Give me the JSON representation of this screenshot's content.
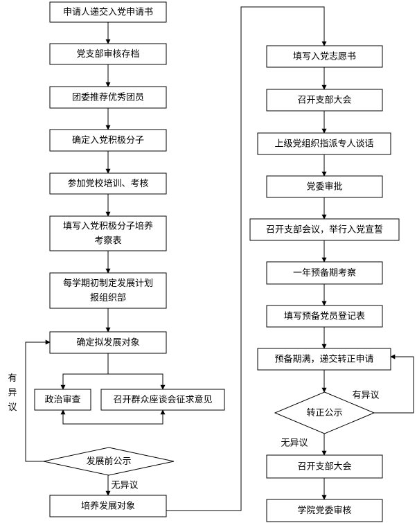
{
  "nodes": [
    {
      "id": "n1",
      "shape": "rect",
      "lines": [
        "申请人递交入党申请书"
      ]
    },
    {
      "id": "n2",
      "shape": "rect",
      "lines": [
        "党支部审核存档"
      ]
    },
    {
      "id": "n3",
      "shape": "rect",
      "lines": [
        "团委推荐优秀团员"
      ]
    },
    {
      "id": "n4",
      "shape": "rect",
      "lines": [
        "确定入党积极分子"
      ]
    },
    {
      "id": "n5",
      "shape": "rect",
      "lines": [
        "参加党校培训、考核"
      ]
    },
    {
      "id": "n6",
      "shape": "rect",
      "lines": [
        "填写入党积极分子培养",
        "考察表"
      ]
    },
    {
      "id": "n7",
      "shape": "rect",
      "lines": [
        "每学期初制定发展计划",
        "报组织部"
      ]
    },
    {
      "id": "n8",
      "shape": "rect",
      "lines": [
        "确定拟发展对象"
      ]
    },
    {
      "id": "n9",
      "shape": "rect",
      "lines": [
        "政治审查"
      ]
    },
    {
      "id": "n10",
      "shape": "rect",
      "lines": [
        "召开群众座谈会征求意见"
      ]
    },
    {
      "id": "n11",
      "shape": "diamond",
      "lines": [
        "发展前公示"
      ]
    },
    {
      "id": "n12",
      "shape": "rect",
      "lines": [
        "培养发展对象"
      ]
    },
    {
      "id": "r1",
      "shape": "rect",
      "lines": [
        "填写入党志愿书"
      ]
    },
    {
      "id": "r2",
      "shape": "rect",
      "lines": [
        "召开支部大会"
      ]
    },
    {
      "id": "r3",
      "shape": "rect",
      "lines": [
        "上级党组织指派专人谈话"
      ]
    },
    {
      "id": "r4",
      "shape": "rect",
      "lines": [
        "党委审批"
      ]
    },
    {
      "id": "r5",
      "shape": "rect",
      "lines": [
        "召开支部会议，举行入党宣誓"
      ]
    },
    {
      "id": "r6",
      "shape": "rect",
      "lines": [
        "一年预备期考察"
      ]
    },
    {
      "id": "r7",
      "shape": "rect",
      "lines": [
        "填写预备党员登记表"
      ]
    },
    {
      "id": "r8",
      "shape": "rect",
      "lines": [
        "预备期满，递交转正申请"
      ]
    },
    {
      "id": "r9",
      "shape": "diamond",
      "lines": [
        "转正公示"
      ]
    },
    {
      "id": "r10",
      "shape": "rect",
      "lines": [
        "召开支部大会"
      ]
    },
    {
      "id": "r11",
      "shape": "rect",
      "lines": [
        "学院党委审核"
      ]
    }
  ],
  "edges": [
    {
      "from": "n1",
      "to": "n2",
      "label": ""
    },
    {
      "from": "n2",
      "to": "n3",
      "label": ""
    },
    {
      "from": "n3",
      "to": "n4",
      "label": ""
    },
    {
      "from": "n4",
      "to": "n5",
      "label": ""
    },
    {
      "from": "n5",
      "to": "n6",
      "label": ""
    },
    {
      "from": "n6",
      "to": "n7",
      "label": ""
    },
    {
      "from": "n7",
      "to": "n8",
      "label": ""
    },
    {
      "from": "n8",
      "to": "n9",
      "label": ""
    },
    {
      "from": "n8",
      "to": "n10",
      "label": ""
    },
    {
      "from": "n11",
      "to": "n9",
      "label": ""
    },
    {
      "from": "n11",
      "to": "n10",
      "label": ""
    },
    {
      "from": "n11",
      "to": "n8",
      "label": "有异议"
    },
    {
      "from": "n11",
      "to": "n12",
      "label": "无异议"
    },
    {
      "from": "n12",
      "to": "r1",
      "label": ""
    },
    {
      "from": "r1",
      "to": "r2",
      "label": ""
    },
    {
      "from": "r2",
      "to": "r3",
      "label": ""
    },
    {
      "from": "r3",
      "to": "r4",
      "label": ""
    },
    {
      "from": "r4",
      "to": "r5",
      "label": ""
    },
    {
      "from": "r5",
      "to": "r6",
      "label": ""
    },
    {
      "from": "r6",
      "to": "r7",
      "label": ""
    },
    {
      "from": "r7",
      "to": "r8",
      "label": ""
    },
    {
      "from": "r8",
      "to": "r9",
      "label": ""
    },
    {
      "from": "r9",
      "to": "r8",
      "label": "有异议"
    },
    {
      "from": "r9",
      "to": "r10",
      "label": "无异议"
    },
    {
      "from": "r10",
      "to": "r11",
      "label": ""
    }
  ]
}
